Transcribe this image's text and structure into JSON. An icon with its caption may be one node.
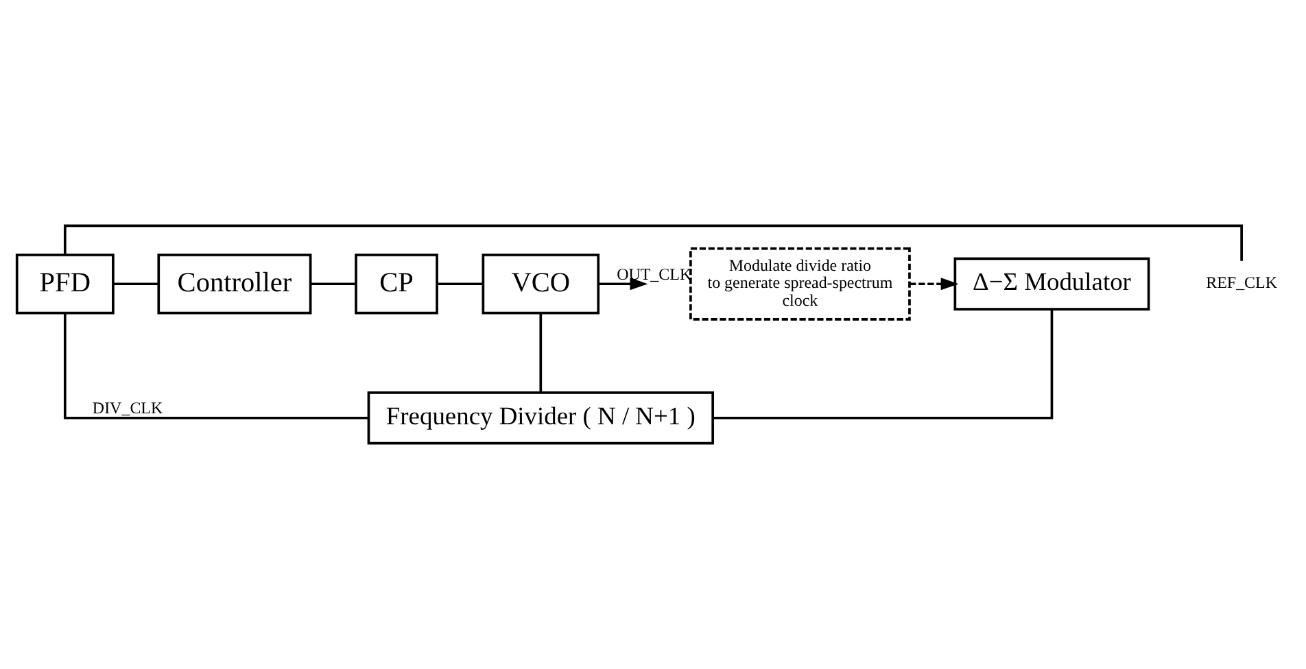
{
  "diagram": {
    "nodes": [
      {
        "text": [
          "PFD"
        ]
      },
      {
        "text": [
          "Controller"
        ]
      },
      {
        "text": [
          "CP"
        ]
      },
      {
        "text": [
          "VCO"
        ]
      },
      {
        "text": [
          "Frequency Divider ( N / N+1 )"
        ]
      },
      {
        "text": [
          "Δ−Σ Modulator"
        ]
      },
      {
        "text": [
          "Modulate divide ratio to generate spread-spectrum clock"
        ]
      },
      {
        "text": [
          "REF_CLK"
        ]
      }
    ],
    "edges": [
      {
        "from": 7,
        "to": 0,
        "arrow": "none"
      },
      {
        "from": 0,
        "to": 1,
        "arrow": "none"
      },
      {
        "from": 1,
        "to": 2,
        "arrow": "none"
      },
      {
        "from": 2,
        "to": 3,
        "arrow": "none"
      },
      {
        "from": 3,
        "to": null,
        "arrow": "to",
        "label": "OUT_CLK"
      },
      {
        "from": 3,
        "to": 4,
        "arrow": "none"
      },
      {
        "from": 4,
        "to": 0,
        "arrow": "none",
        "label": "DIV_CLK"
      },
      {
        "from": 5,
        "to": 4,
        "arrow": "none"
      },
      {
        "from": 6,
        "to": 5,
        "arrow": "to",
        "style": "dashed"
      }
    ]
  }
}
